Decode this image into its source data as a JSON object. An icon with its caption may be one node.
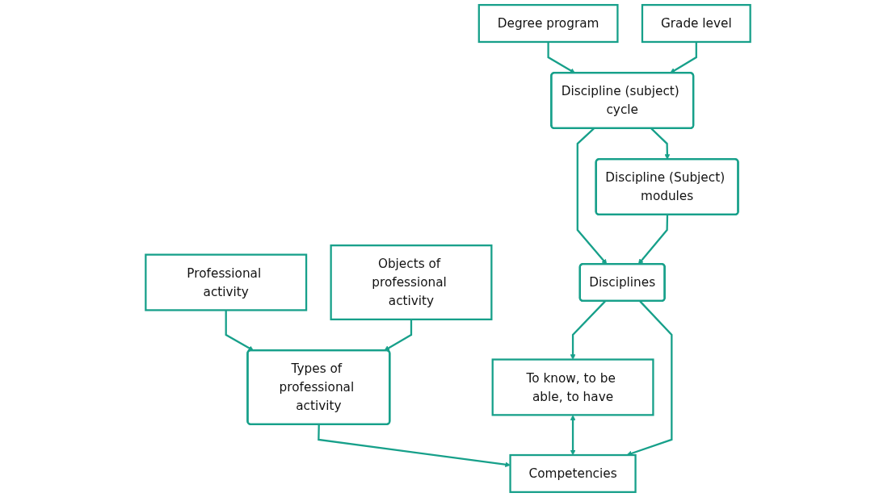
{
  "diagram": {
    "nodes": [
      {
        "text": [
          "Degree program"
        ]
      },
      {
        "text": [
          "Grade level"
        ]
      },
      {
        "text": [
          "Professional activity"
        ]
      },
      {
        "text": [
          "Objects of professional activity"
        ]
      },
      {
        "text": [
          "Discipline (subject) cycle"
        ]
      },
      {
        "text": [
          "Types of professional activity"
        ]
      },
      {
        "text": [
          "Discipline (Subject) modules"
        ]
      },
      {
        "text": [
          "Disciplines"
        ]
      },
      {
        "text": [
          "To know, to be able, to have"
        ]
      },
      {
        "text": [
          "Competencies"
        ]
      }
    ],
    "edges": [
      {
        "from": 0,
        "to": 4,
        "arrow": "to"
      },
      {
        "from": 1,
        "to": 4,
        "arrow": "to"
      },
      {
        "from": 2,
        "to": 5,
        "arrow": "to"
      },
      {
        "from": 3,
        "to": 5,
        "arrow": "to"
      },
      {
        "from": 4,
        "to": 7,
        "arrow": "to"
      },
      {
        "from": 4,
        "to": 6,
        "arrow": "to"
      },
      {
        "from": 6,
        "to": 7,
        "arrow": "to"
      },
      {
        "from": 7,
        "to": 8,
        "arrow": "to"
      },
      {
        "from": 7,
        "to": 9,
        "arrow": "to"
      },
      {
        "from": 5,
        "to": 9,
        "arrow": "to"
      },
      {
        "from": 8,
        "to": 9,
        "arrow": "both"
      }
    ]
  }
}
